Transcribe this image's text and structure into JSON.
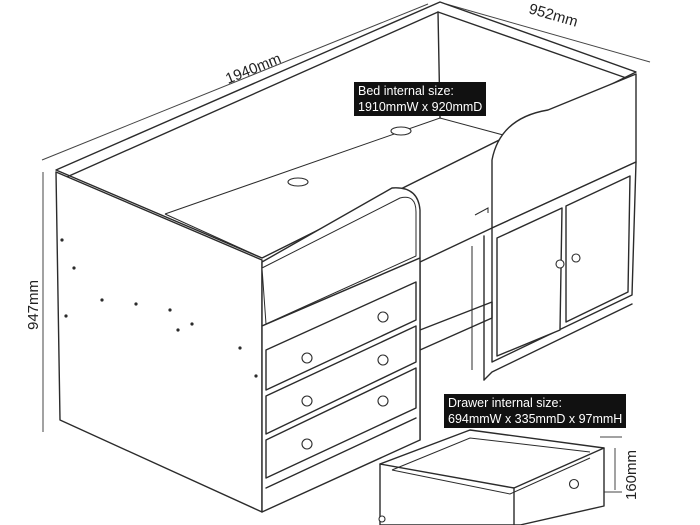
{
  "dimensions": {
    "length": "1940mm",
    "depth": "952mm",
    "height": "947mm",
    "drawer_height": "160mm"
  },
  "labels": {
    "bed_title": "Bed internal size:",
    "bed_size": "1910mmW x 920mmD",
    "drawer_title": "Drawer internal size:",
    "drawer_size": "694mmW x 335mmD x 97mmH"
  }
}
